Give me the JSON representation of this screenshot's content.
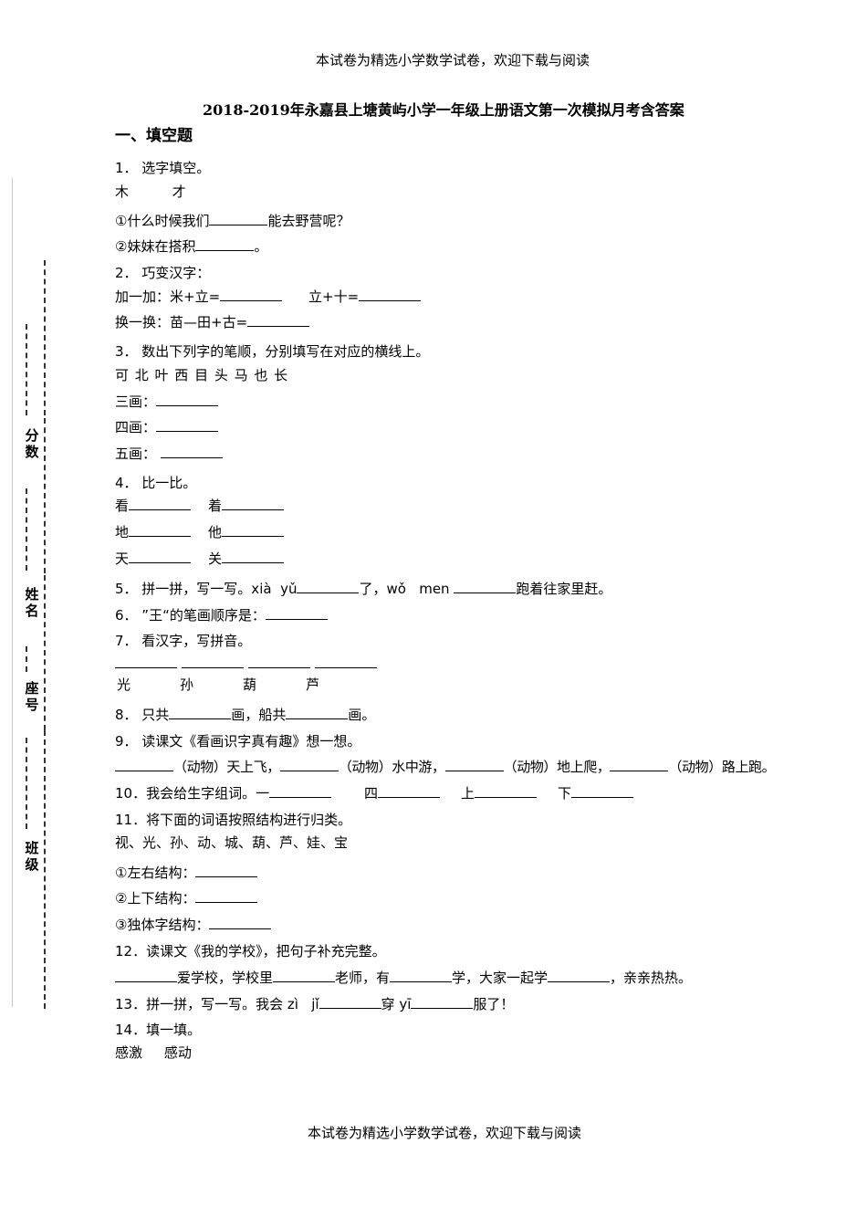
{
  "header": "本试卷为精选小学数学试卷，欢迎下载与阅读",
  "footer": "本试卷为精选小学数学试卷，欢迎下载与阅读",
  "title": "2018-2019年永嘉县上塘黄屿小学一年级上册语文第一次模拟月考含答案",
  "section": "一、填空题",
  "sidebar": {
    "score": "分数",
    "name": "姓名",
    "seat": "座号",
    "class": "班级"
  },
  "q1": {
    "prompt": "1． 选字填空。",
    "chars": "木          才",
    "line1a": "①什么时候我们",
    "line1b": "能去野营呢？",
    "line2a": "②妹妹在搭积",
    "line2b": "。"
  },
  "q2": {
    "prompt": "2． 巧变汉字：",
    "a": "加一加：米+立=",
    "b": "立+十=",
    "c": "换一换：苗—田+古="
  },
  "q3": {
    "prompt": "3． 数出下列字的笔顺，分别填写在对应的横线上。",
    "chars": "可 北 叶 西 目 头 马 也 长",
    "l1": "三画：",
    "l2": "四画：",
    "l3": "五画："
  },
  "q4": {
    "prompt": "4． 比一比。",
    "r1a": "看",
    "r1b": "着",
    "r2a": "地",
    "r2b": "他",
    "r3a": "天",
    "r3b": "关"
  },
  "q5": {
    "a": "5． 拼一拼，写一写。xià  yǔ",
    "b": "了，wǒ   men",
    "c": "跑着往家里赶。"
  },
  "q6": {
    "text": "6． ”王“的笔画顺序是："
  },
  "q7": {
    "prompt": "7． 看汉字，写拼音。",
    "c1": "光",
    "c2": "孙",
    "c3": "葫",
    "c4": "芦"
  },
  "q8": {
    "a": "8． 只共",
    "b": "画，船共",
    "c": "画。"
  },
  "q9": {
    "prompt": "9． 读课文《看画识字真有趣》想一想。",
    "a": "（动物）天上飞，",
    "b": "（动物）水中游，",
    "c": "（动物）地上爬，",
    "d": "（动物）路上跑。"
  },
  "q10": {
    "a": "10．我会给生字组词。一",
    "b": "四",
    "c": "上",
    "d": "下"
  },
  "q11": {
    "prompt": "11．将下面的词语按照结构进行归类。",
    "words": "视、光、孙、动、城、葫、芦、娃、宝",
    "l1": "①左右结构：",
    "l2": "②上下结构：",
    "l3": "③独体字结构："
  },
  "q12": {
    "prompt": "12．读课文《我的学校》，把句子补充完整。",
    "a": "爱学校，学校里",
    "b": "老师，有",
    "c": "学，大家一起学",
    "d": "，亲亲热热。"
  },
  "q13": {
    "a": "13．拼一拼，写一写。我会 zì   jǐ",
    "b": "穿 yī",
    "c": "服了！"
  },
  "q14": {
    "prompt": "14．填一填。",
    "words": "感激     感动"
  }
}
